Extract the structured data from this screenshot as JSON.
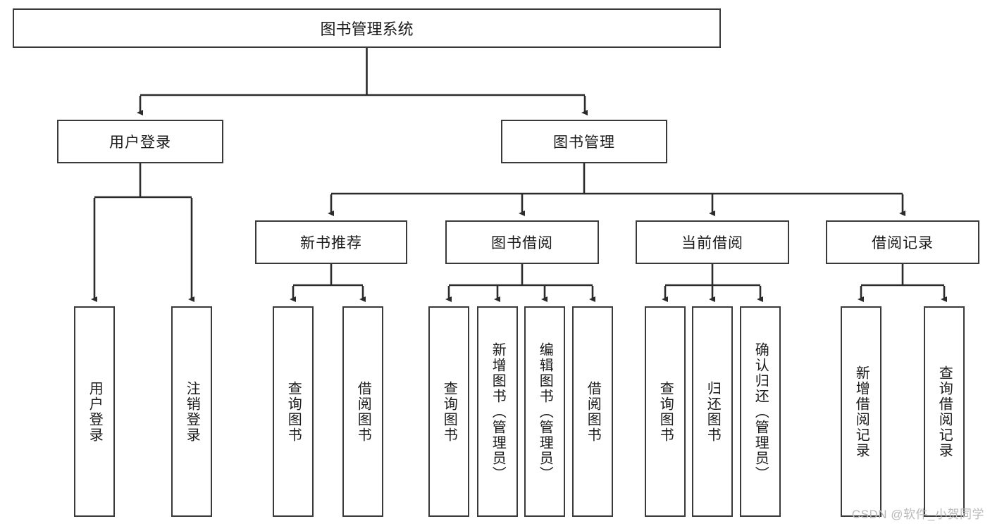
{
  "diagram": {
    "type": "tree-hierarchy",
    "orientation": "top-down",
    "title_node": "图书管理系统",
    "watermark": "CSDN @软件_小贺同学",
    "colors": {
      "box_border": "#3a3a3a",
      "box_fill": "#ffffff",
      "edge": "#2b2b2b",
      "text": "#1a1a1a",
      "watermark": "#b9b9b9",
      "background": "#ffffff"
    },
    "nodes": {
      "root": {
        "label": "图书管理系统"
      },
      "level2": [
        {
          "id": "user-login",
          "label": "用户登录"
        },
        {
          "id": "book-manage",
          "label": "图书管理"
        }
      ],
      "level3": [
        {
          "id": "new-book-recommend",
          "label": "新书推荐"
        },
        {
          "id": "book-borrow",
          "label": "图书借阅"
        },
        {
          "id": "current-borrow",
          "label": "当前借阅"
        },
        {
          "id": "borrow-record",
          "label": "借阅记录"
        }
      ],
      "leaves": {
        "user_login": [
          {
            "id": "leaf-user-login",
            "label": "用户登录"
          },
          {
            "id": "leaf-logout-login",
            "label": "注销登录"
          }
        ],
        "new_book_recommend": [
          {
            "id": "leaf-query-book-1",
            "label": "查询图书"
          },
          {
            "id": "leaf-borrow-book-1",
            "label": "借阅图书"
          }
        ],
        "book_borrow": [
          {
            "id": "leaf-query-book-2",
            "label": "查询图书"
          },
          {
            "id": "leaf-add-book",
            "label": "新增图书（管理员）"
          },
          {
            "id": "leaf-edit-book",
            "label": "编辑图书（管理员）"
          },
          {
            "id": "leaf-borrow-book-2",
            "label": "借阅图书"
          }
        ],
        "current_borrow": [
          {
            "id": "leaf-query-book-3",
            "label": "查询图书"
          },
          {
            "id": "leaf-return-book",
            "label": "归还图书"
          },
          {
            "id": "leaf-confirm-return",
            "label": "确认归还（管理员）"
          }
        ],
        "borrow_record": [
          {
            "id": "leaf-add-record",
            "label": "新增借阅记录"
          },
          {
            "id": "leaf-query-record",
            "label": "查询借阅记录"
          }
        ]
      }
    }
  }
}
